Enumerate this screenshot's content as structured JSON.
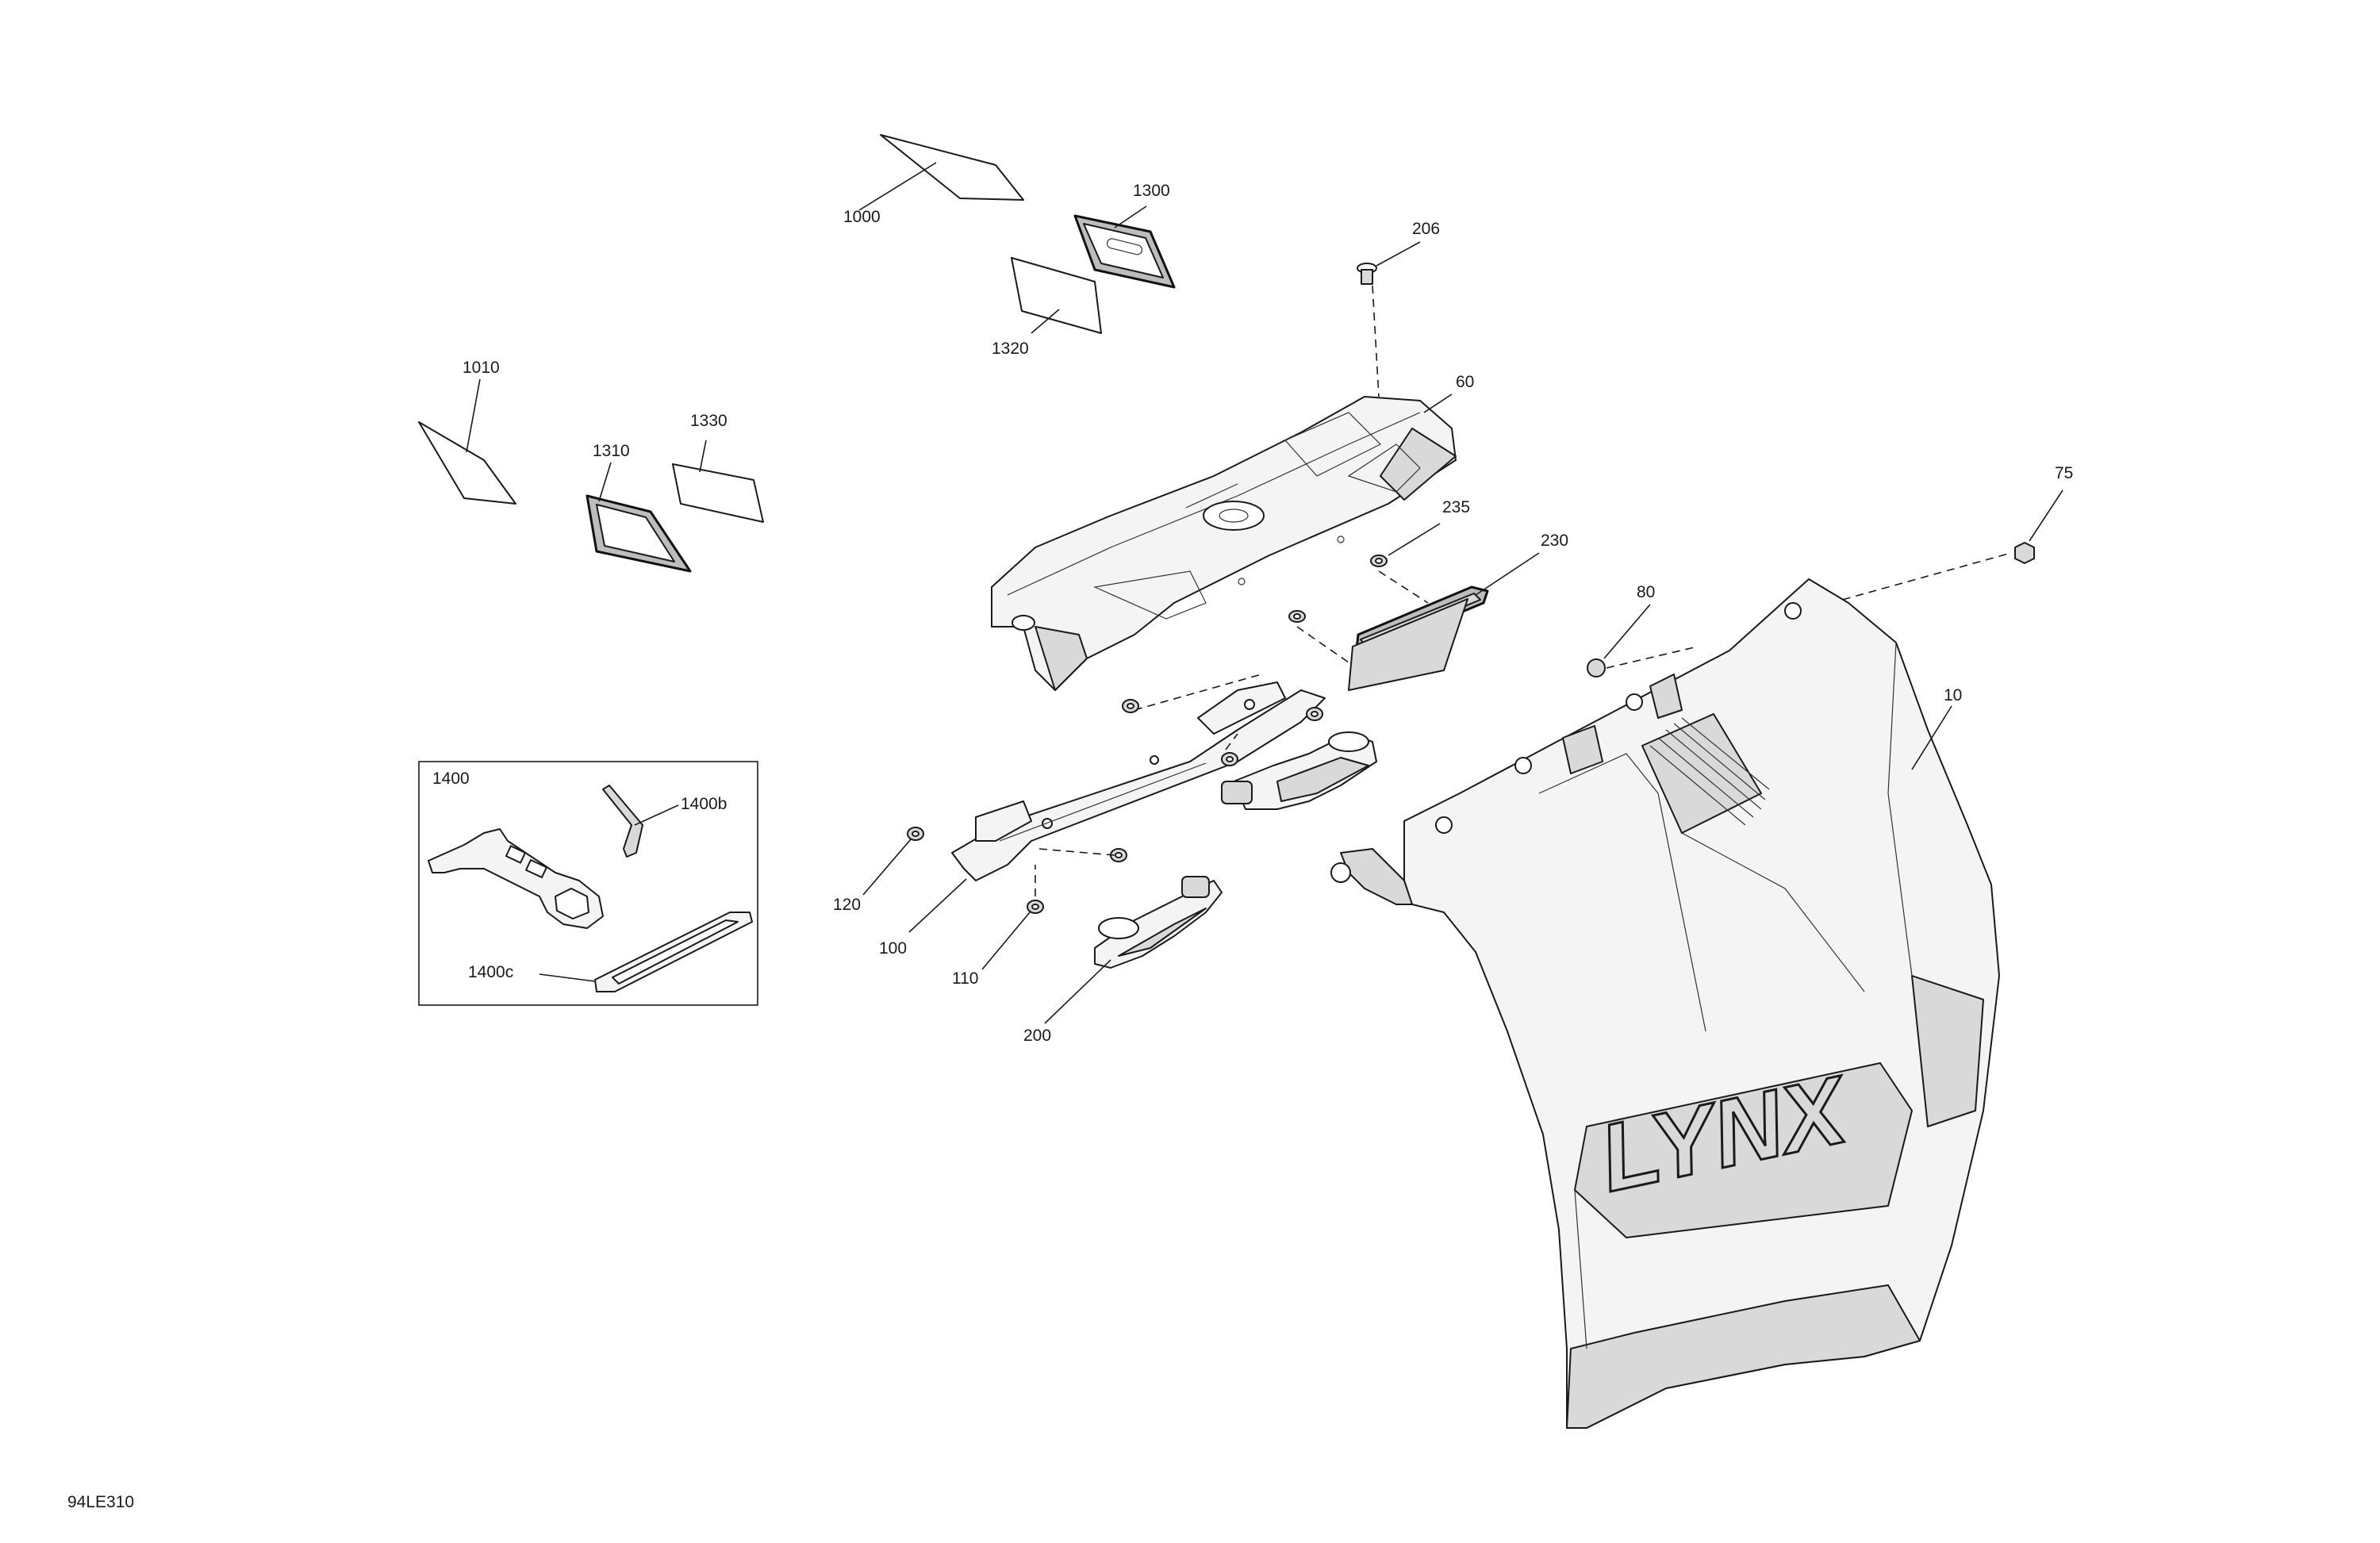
{
  "drawing_id": "94LE310",
  "kit_box_label": "1400",
  "callouts": {
    "c1000": "1000",
    "c1300": "1300",
    "c1320": "1320",
    "c206": "206",
    "c1010": "1010",
    "c1310": "1310",
    "c1330": "1330",
    "c60": "60",
    "c235": "235",
    "c230": "230",
    "c75": "75",
    "c80": "80",
    "c10": "10",
    "c1400b": "1400b",
    "c1400c": "1400c",
    "c120": "120",
    "c100": "100",
    "c110": "110",
    "c200": "200"
  },
  "logo_text": "LYNX"
}
